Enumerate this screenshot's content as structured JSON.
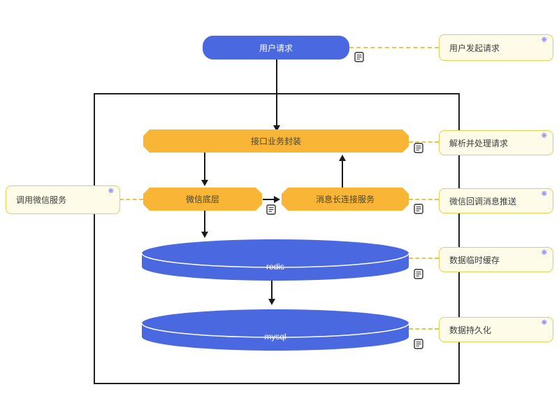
{
  "nodes": {
    "user_request": {
      "label": "用户请求"
    },
    "api_wrap": {
      "label": "接口业务封装"
    },
    "wechat_base": {
      "label": "微信底层"
    },
    "msg_conn": {
      "label": "消息长连接服务"
    },
    "redis": {
      "label": "redis"
    },
    "mysql": {
      "label": "mysql"
    }
  },
  "notes": {
    "user_initiate": {
      "label": "用户发起请求"
    },
    "parse_handle": {
      "label": "解析并处理请求"
    },
    "call_wechat": {
      "label": "调用微信服务"
    },
    "wechat_callback": {
      "label": "微信回调消息推送"
    },
    "data_cache": {
      "label": "数据临时缓存"
    },
    "data_persist": {
      "label": "数据持久化"
    }
  },
  "icons": {
    "doc": "document-icon",
    "sparkle": "sparkle-icon",
    "sparkle_glyph": "❋"
  },
  "colors": {
    "node_blue": "#4A68DF",
    "node_orange": "#F9B636",
    "note_bg": "#FEFCE8",
    "note_border": "#E4D052",
    "connector_dash": "#E8C54E",
    "frame_border": "#1F1F1F",
    "arrow": "#1A1A1A",
    "note_text": "#3D3D3D",
    "orange_text": "#4C4426",
    "sparkle": "#7B7BE4"
  }
}
